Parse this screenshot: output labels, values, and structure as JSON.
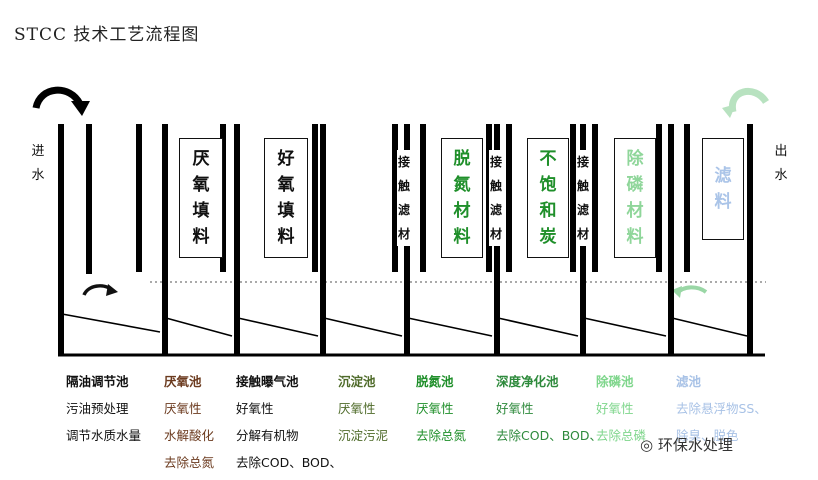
{
  "title": "STCC 技术工艺流程图",
  "inlet_label": "进水",
  "outlet_label": "出水",
  "boxes": [
    {
      "text": "厌氧填料",
      "color": "#111111"
    },
    {
      "text": "好氧填料",
      "color": "#111111"
    },
    {
      "text": "脱氮材料",
      "color": "#1f8f2a"
    },
    {
      "text": "不饱和炭",
      "color": "#1f8f2a"
    },
    {
      "text": "除磷材料",
      "color": "#8fd69a"
    },
    {
      "text": "滤料",
      "color": "#aac4e8"
    }
  ],
  "contact_labels": [
    "接触滤材",
    "接触滤材",
    "接触滤材"
  ],
  "legend": [
    {
      "heading": "隔油调节池",
      "heading_color": "#111111",
      "lines": [
        "污油预处理",
        "调节水质水量"
      ],
      "line_color": "#111111"
    },
    {
      "heading": "厌氧池",
      "heading_color": "#6b3a1e",
      "lines": [
        "厌氧性",
        "水解酸化",
        "去除总氮"
      ],
      "line_color": "#6b3a1e"
    },
    {
      "heading": "接触曝气池",
      "heading_color": "#111111",
      "lines": [
        "好氧性",
        "分解有机物",
        "去除COD、BOD、"
      ],
      "line_color": "#111111"
    },
    {
      "heading": "沉淀池",
      "heading_color": "#4f6b2a",
      "lines": [
        "厌氧性",
        "沉淀污泥"
      ],
      "line_color": "#4f6b2a"
    },
    {
      "heading": "脱氮池",
      "heading_color": "#1f8f2a",
      "lines": [
        "厌氧性",
        "去除总氮"
      ],
      "line_color": "#1f8f2a"
    },
    {
      "heading": "深度净化池",
      "heading_color": "#2e8a3c",
      "lines": [
        "好氧性",
        "去除COD、BOD、"
      ],
      "line_color": "#2e8a3c"
    },
    {
      "heading": "除磷池",
      "heading_color": "#7fd68c",
      "lines": [
        "好氧性",
        "去除总磷"
      ],
      "line_color": "#7fd68c"
    },
    {
      "heading": "滤池",
      "heading_color": "#a8c2e6",
      "lines": [
        "去除悬浮物SS、",
        "除臭、脱色"
      ],
      "line_color": "#a8c2e6"
    }
  ],
  "watermark": "环保水处理"
}
